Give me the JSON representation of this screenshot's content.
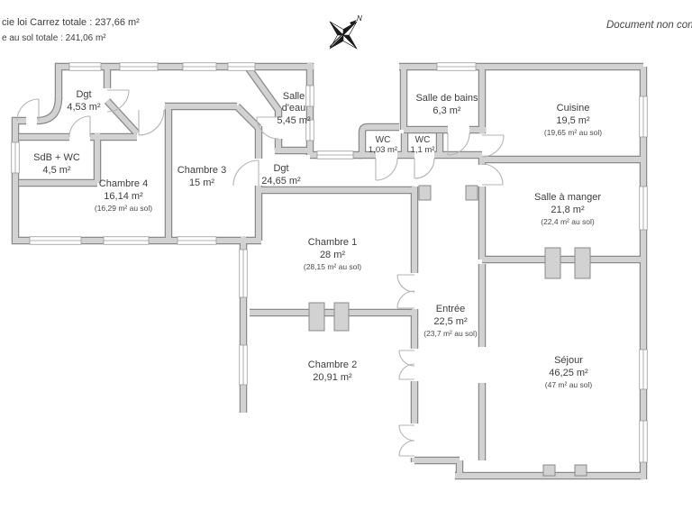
{
  "header": {
    "carrez_line": "cie loi Carrez totale :  237,66 m²",
    "floor_line": "e au sol totale : 241,06 m²",
    "disclaimer": "Document non con"
  },
  "compass": {
    "north_label": "N"
  },
  "rooms": [
    {
      "id": "degagement-1",
      "lines": [
        "Dgt",
        "4,53 m²"
      ]
    },
    {
      "id": "sdb-wc",
      "lines": [
        "SdB + WC",
        "4,5 m²"
      ]
    },
    {
      "id": "chambre-4",
      "lines": [
        "Chambre 4",
        "16,14 m²",
        "(16,29 m² au sol)"
      ]
    },
    {
      "id": "chambre-3",
      "lines": [
        "Chambre 3",
        "15 m²"
      ]
    },
    {
      "id": "degagement-2",
      "lines": [
        "Dgt",
        "24,65 m²"
      ]
    },
    {
      "id": "salle-eau",
      "lines": [
        "Salle",
        "d'eau",
        "5,45 m²"
      ]
    },
    {
      "id": "salle-de-bains",
      "lines": [
        "Salle de bains",
        "6,3 m²"
      ]
    },
    {
      "id": "wc-1",
      "lines": [
        "WC",
        "1,03 m²"
      ]
    },
    {
      "id": "wc-2",
      "lines": [
        "WC",
        "1,1 m²"
      ]
    },
    {
      "id": "cuisine",
      "lines": [
        "Cuisine",
        "19,5 m²",
        "(19,65 m² au sol)"
      ]
    },
    {
      "id": "salle-a-manger",
      "lines": [
        "Salle à manger",
        "21,8 m²",
        "(22,4 m² au sol)"
      ]
    },
    {
      "id": "chambre-1",
      "lines": [
        "Chambre 1",
        "28 m²",
        "(28,15 m² au sol)"
      ]
    },
    {
      "id": "entree",
      "lines": [
        "Entrée",
        "22,5 m²",
        "(23,7 m² au sol)"
      ]
    },
    {
      "id": "chambre-2",
      "lines": [
        "Chambre 2",
        "20,91 m²"
      ]
    },
    {
      "id": "sejour",
      "lines": [
        "Séjour",
        "46,25 m²",
        "(47 m² au sol)"
      ]
    }
  ],
  "colors": {
    "wall_fill": "#d2d2d2",
    "wall_edge": "#8a8a8a",
    "door": "#b4b4b4",
    "text": "#3d3d3d"
  }
}
